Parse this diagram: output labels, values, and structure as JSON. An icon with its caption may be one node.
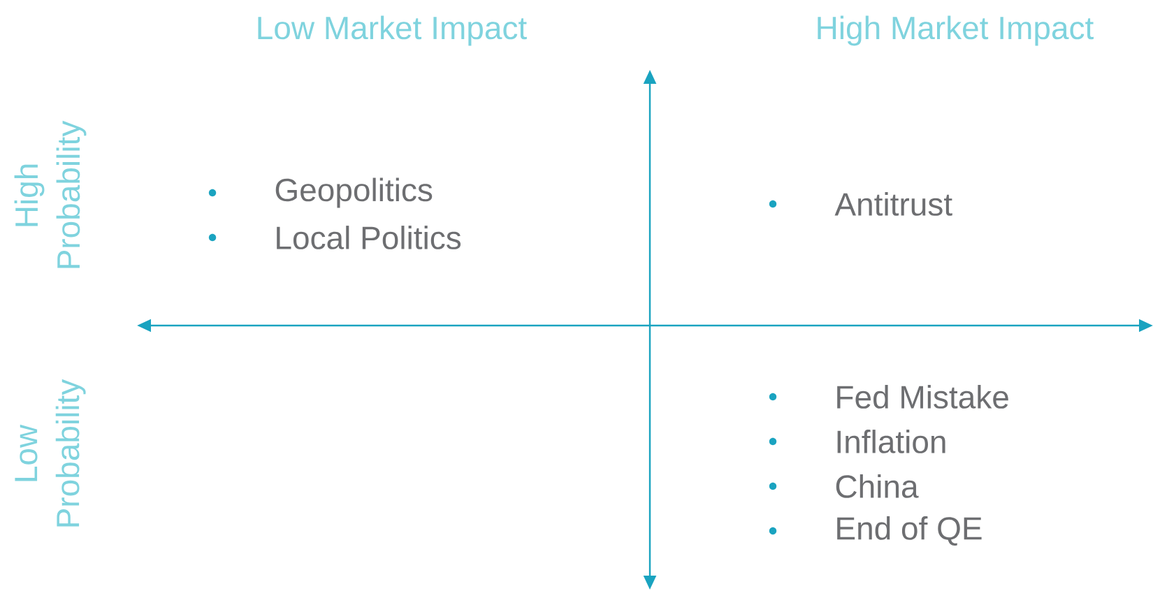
{
  "diagram": {
    "labels": [
      "Low Market Impact",
      "High Market Impact",
      "High Probability",
      "Geopolitics",
      "Local Politics",
      "Antitrust",
      "Low Probability",
      "Fed Mistake",
      "Inflation",
      "China",
      "End of QE"
    ]
  }
}
